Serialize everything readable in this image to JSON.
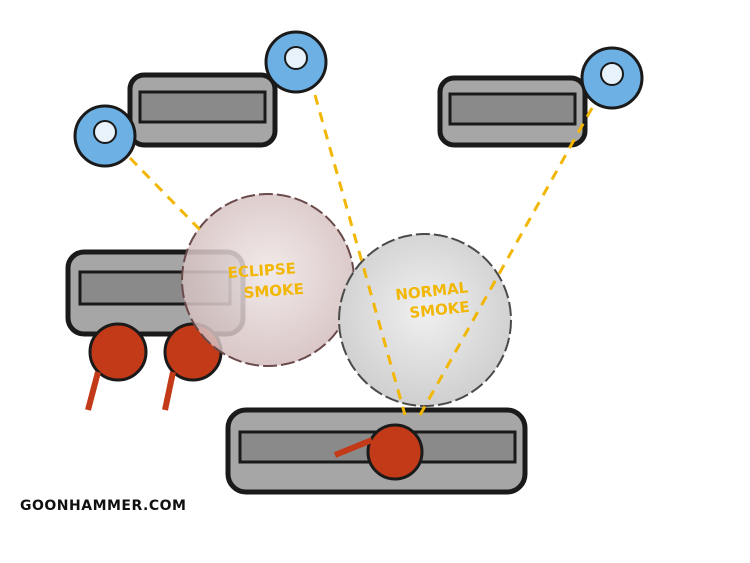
{
  "labels": {
    "eclipse_line1": "ECLIPSE",
    "eclipse_line2": "SMOKE",
    "normal_line1": "NORMAL",
    "normal_line2": "SMOKE"
  },
  "credit": "GOONHAMMER.COM",
  "colors": {
    "friendly": "#6cb0e4",
    "enemy": "#c23a17",
    "sightline": "#f2b705",
    "ruin": "#a6a6a6",
    "eclipse_smoke": "#e4d6d6",
    "normal_smoke": "#dcdcdc"
  }
}
